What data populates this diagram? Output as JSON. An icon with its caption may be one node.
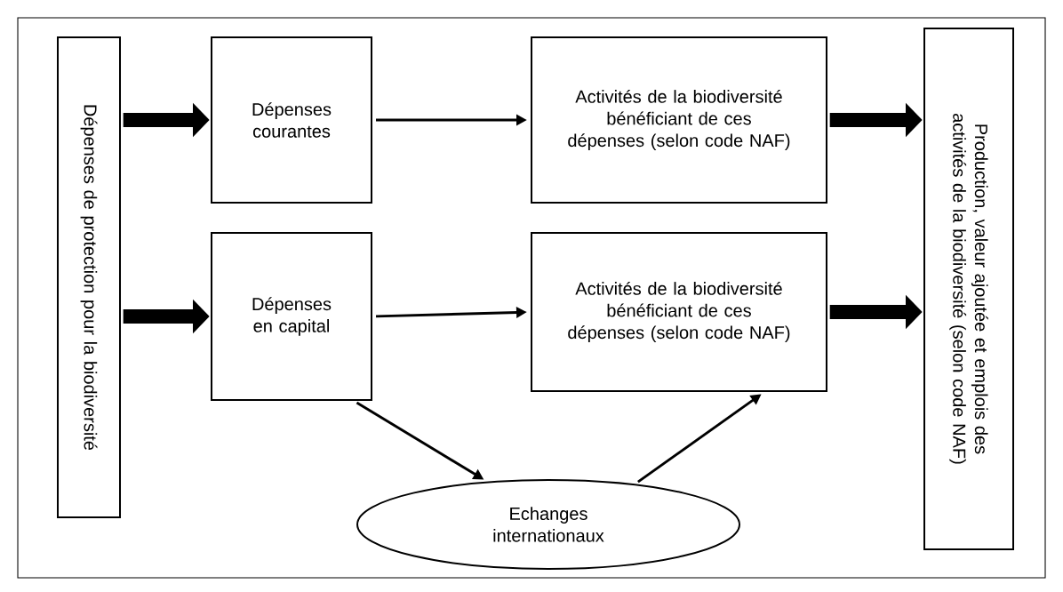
{
  "diagram": {
    "nodes": [
      {
        "text": [
          "Dépenses de protection pour la biodiversité"
        ]
      },
      {
        "text": [
          "Dépenses courantes"
        ]
      },
      {
        "text": [
          "Dépenses en capital"
        ]
      },
      {
        "text": [
          "Activités de la biodiversité bénéficiant de ces dépenses (selon code NAF)"
        ]
      },
      {
        "text": [
          "Activités de la biodiversité bénéficiant de ces dépenses (selon code NAF)"
        ]
      },
      {
        "text": [
          "Production, valeur ajoutée et emplois des activités de la biodiversité (selon code NAF)"
        ]
      },
      {
        "text": [
          "Echanges internationaux"
        ]
      }
    ],
    "edges": [
      {
        "from": 0,
        "to": 1,
        "arrow": "to",
        "style": "thick"
      },
      {
        "from": 0,
        "to": 2,
        "arrow": "to",
        "style": "thick"
      },
      {
        "from": 1,
        "to": 3,
        "arrow": "to"
      },
      {
        "from": 2,
        "to": 4,
        "arrow": "to"
      },
      {
        "from": 3,
        "to": 5,
        "arrow": "to",
        "style": "thick"
      },
      {
        "from": 4,
        "to": 5,
        "arrow": "to",
        "style": "thick"
      },
      {
        "from": 2,
        "to": 6,
        "arrow": "to"
      },
      {
        "from": 6,
        "to": 4,
        "arrow": "to"
      }
    ]
  }
}
